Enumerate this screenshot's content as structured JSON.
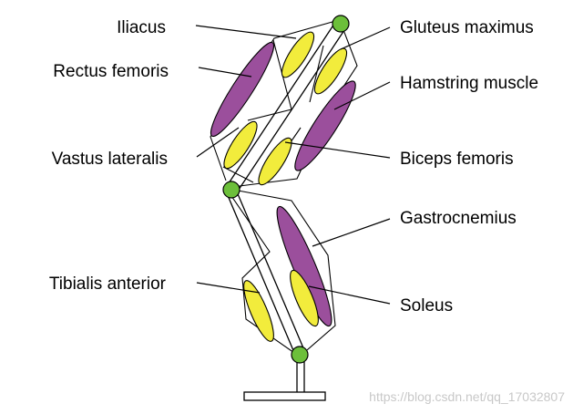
{
  "labels": {
    "iliacus": "Iliacus",
    "rectus_femoris": "Rectus femoris",
    "vastus_lateralis": "Vastus lateralis",
    "tibialis_anterior": "Tibialis anterior",
    "gluteus_maximus": "Gluteus maximus",
    "hamstring": "Hamstring muscle",
    "biceps_femoris": "Biceps femoris",
    "gastrocnemius": "Gastrocnemius",
    "soleus": "Soleus"
  },
  "watermark": "https://blog.csdn.net/qq_17032807",
  "colors": {
    "biarticular_muscle": "#9b4f9c",
    "monoarticular_muscle": "#f2ec3c",
    "joint": "#6cbf3a",
    "outline": "#000000"
  }
}
